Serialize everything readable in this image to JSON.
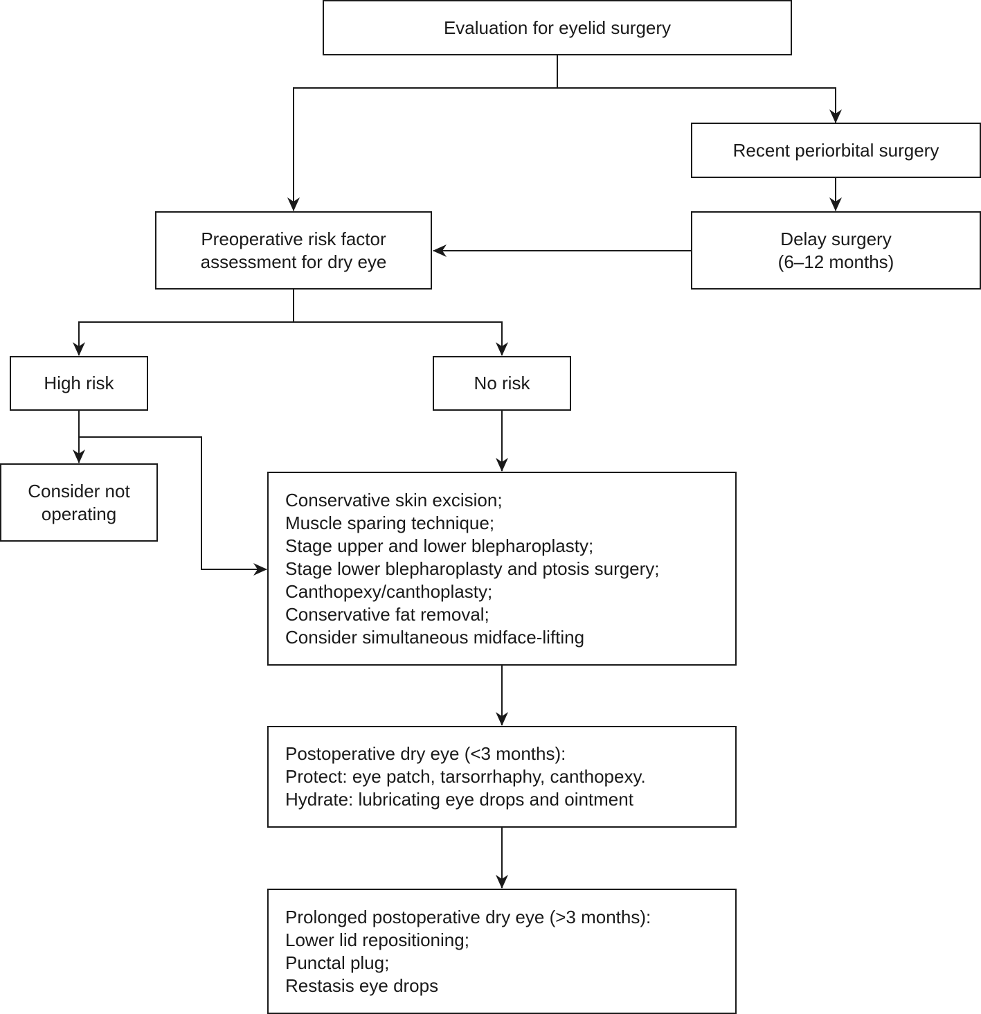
{
  "diagram": {
    "nodes": {
      "evaluation": {
        "lines": [
          "Evaluation for eyelid surgery"
        ]
      },
      "recent_surgery": {
        "lines": [
          "Recent periorbital surgery"
        ]
      },
      "preop_assessment": {
        "lines": [
          "Preoperative risk factor",
          "assessment for dry eye"
        ]
      },
      "delay_surgery": {
        "lines": [
          "Delay surgery",
          "(6–12 months)"
        ]
      },
      "high_risk": {
        "lines": [
          "High risk"
        ]
      },
      "no_risk": {
        "lines": [
          "No risk"
        ]
      },
      "consider_not_operating": {
        "lines": [
          "Consider not",
          "operating"
        ]
      },
      "surgical_plan": {
        "lines": [
          "Conservative skin excision;",
          "Muscle sparing technique;",
          "Stage upper and lower blepharoplasty;",
          "Stage lower blepharoplasty and ptosis surgery;",
          "Canthopexy/canthoplasty;",
          "Conservative fat removal;",
          "Consider simultaneous midface-lifting"
        ]
      },
      "postop_dry_eye": {
        "lines": [
          "Postoperative dry eye (<3 months):",
          "Protect: eye patch, tarsorrhaphy, canthopexy.",
          "Hydrate: lubricating eye drops and ointment"
        ]
      },
      "prolonged_dry_eye": {
        "lines": [
          "Prolonged postoperative dry eye (>3 months):",
          "Lower lid repositioning;",
          "Punctal plug;",
          "Restasis eye drops"
        ]
      }
    },
    "edges": [
      [
        "evaluation",
        "preop_assessment"
      ],
      [
        "evaluation",
        "recent_surgery"
      ],
      [
        "recent_surgery",
        "delay_surgery"
      ],
      [
        "delay_surgery",
        "preop_assessment"
      ],
      [
        "preop_assessment",
        "high_risk"
      ],
      [
        "preop_assessment",
        "no_risk"
      ],
      [
        "high_risk",
        "consider_not_operating"
      ],
      [
        "high_risk",
        "surgical_plan"
      ],
      [
        "no_risk",
        "surgical_plan"
      ],
      [
        "surgical_plan",
        "postop_dry_eye"
      ],
      [
        "postop_dry_eye",
        "prolonged_dry_eye"
      ]
    ],
    "colors": {
      "stroke": "#1a1a1a",
      "background": "#ffffff"
    }
  }
}
